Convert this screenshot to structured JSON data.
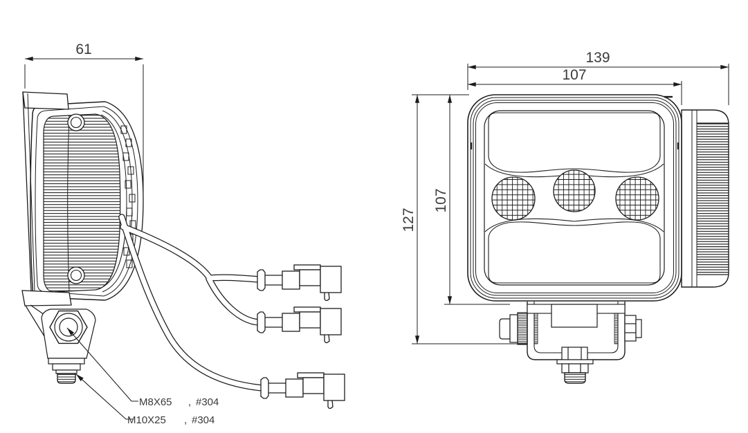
{
  "drawing": {
    "background": "#ffffff",
    "line_color": "#1c1c1c",
    "text_color": "#3a3a3a",
    "side_view": {
      "depth_dim": "61",
      "annotations": [
        {
          "bolt": "M8X65",
          "comma": ",",
          "material": "#304"
        },
        {
          "bolt": "M10X25",
          "comma": ",",
          "material": "#304"
        }
      ]
    },
    "front_view": {
      "overall_width_dim": "139",
      "lens_width_dim": "107",
      "overall_height_dim": "127",
      "lens_height_dim": "107"
    }
  }
}
